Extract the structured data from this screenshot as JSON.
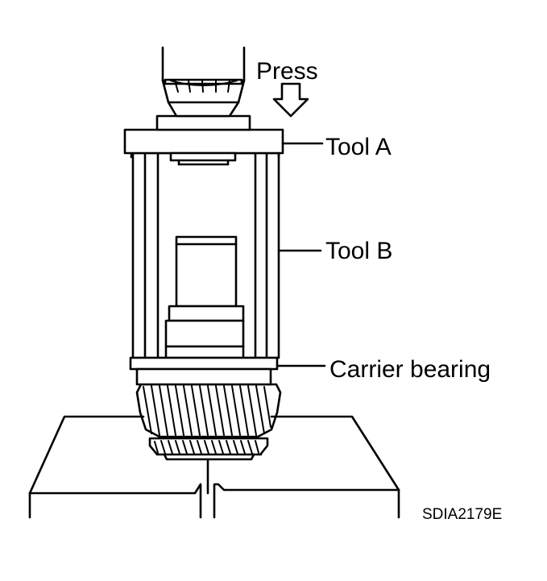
{
  "labels": {
    "press": "Press",
    "tool_a": "Tool A",
    "tool_b": "Tool B",
    "carrier_bearing": "Carrier bearing",
    "figure_code": "SDIA2179E"
  },
  "colors": {
    "ink": "#000000",
    "paper": "#ffffff"
  },
  "icons": {
    "press_direction": "down-arrow-icon"
  }
}
